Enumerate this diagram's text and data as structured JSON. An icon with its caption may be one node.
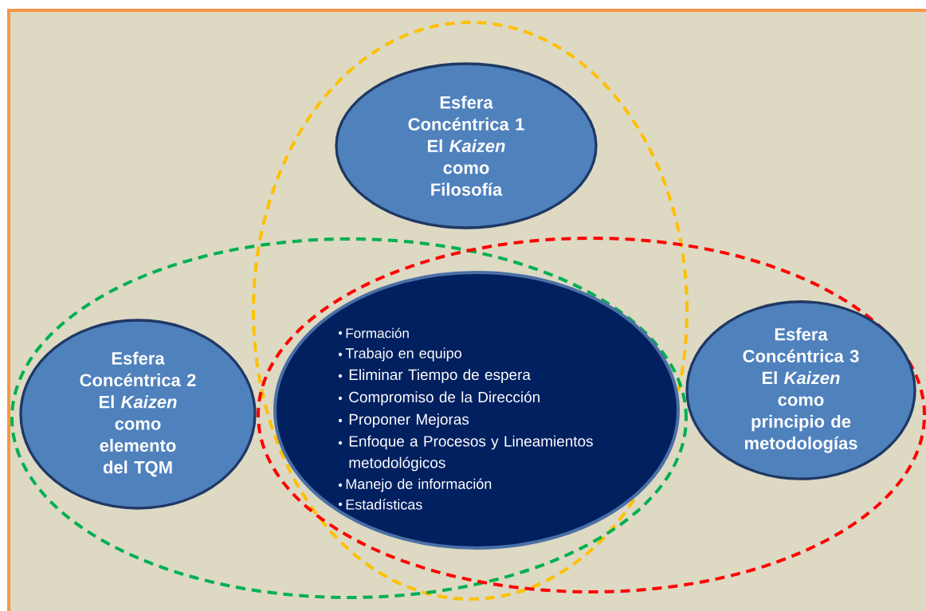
{
  "diagram": {
    "nodes": [
      {
        "text": [
          "Esfera Concéntrica 1 El *Kaizen* como Filosofía"
        ]
      },
      {
        "text": [
          "Esfera Concéntrica 2 El *Kaizen* como elemento del TQM"
        ]
      },
      {
        "text": [
          "Formación",
          "Trabajo en equipo",
          "Eliminar Tiempo de espera",
          "Compromiso de la Dirección",
          "Proponer Mejoras",
          "Enfoque a Procesos y Lineamientos metodológicos",
          "Manejo de información",
          "Estadísticas"
        ]
      },
      {
        "text": [
          "Esfera Concéntrica 3 El *Kaizen* como principio de metodologías"
        ]
      }
    ]
  }
}
